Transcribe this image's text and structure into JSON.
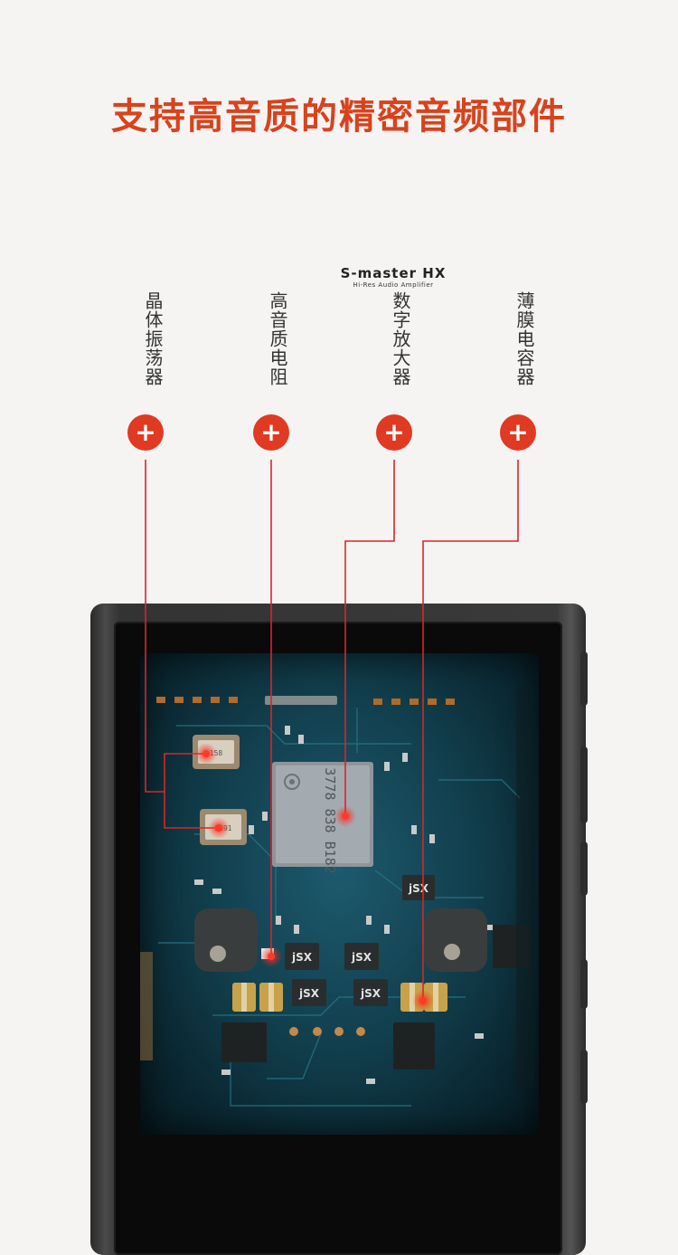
{
  "header": {
    "title": "支持高音质的精密音频部件",
    "title_color": "#d9421c"
  },
  "logo": {
    "brand": "S-master HX",
    "subtitle": "Hi-Res Audio Amplifier"
  },
  "components": [
    {
      "label": "晶体振荡器"
    },
    {
      "label": "高音质电阻"
    },
    {
      "label": "数字放大器"
    },
    {
      "label": "薄膜电容器"
    }
  ],
  "plus_symbol": "+",
  "chip_markings": {
    "main": "3778 838 B182",
    "sxa": "jSX",
    "crystal1": "158",
    "crystal2": "2691"
  },
  "colors": {
    "accent": "#e03a22",
    "leader_line": "#d8262a",
    "pcb": "#12404f"
  }
}
